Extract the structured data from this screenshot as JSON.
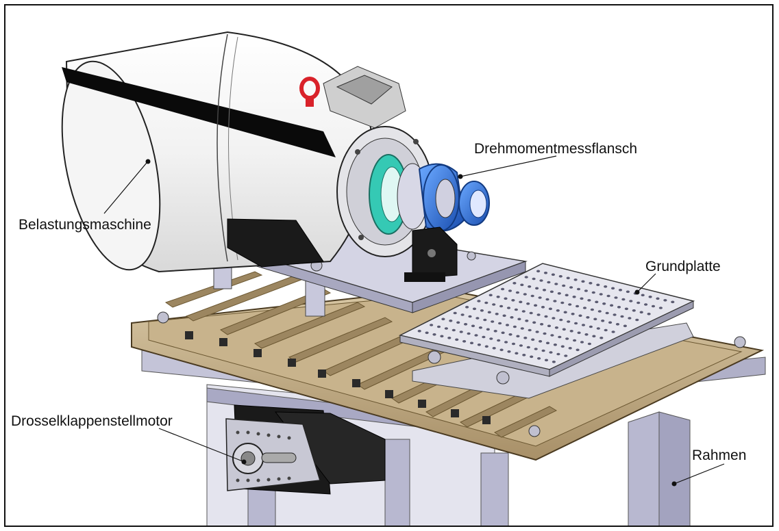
{
  "labels": {
    "belastungsmaschine": "Belastungsmaschine",
    "drehmomentmessflansch": "Drehmomentmessflansch",
    "grundplatte": "Grundplatte",
    "drosselklappenstellmotor": "Drosselklappenstellmotor",
    "rahmen": "Rahmen"
  },
  "colors": {
    "machine_body": "#f2f2f2",
    "stripe": "#0a0a0a",
    "flange_blue": "#2a6fd6",
    "coupling_cyan": "#35c9b4",
    "table_bronze": "#c9b591",
    "plate_steel": "#c8c8d6",
    "frame_lavender": "#b8b8d0",
    "eyebolt_red": "#d9222a"
  }
}
